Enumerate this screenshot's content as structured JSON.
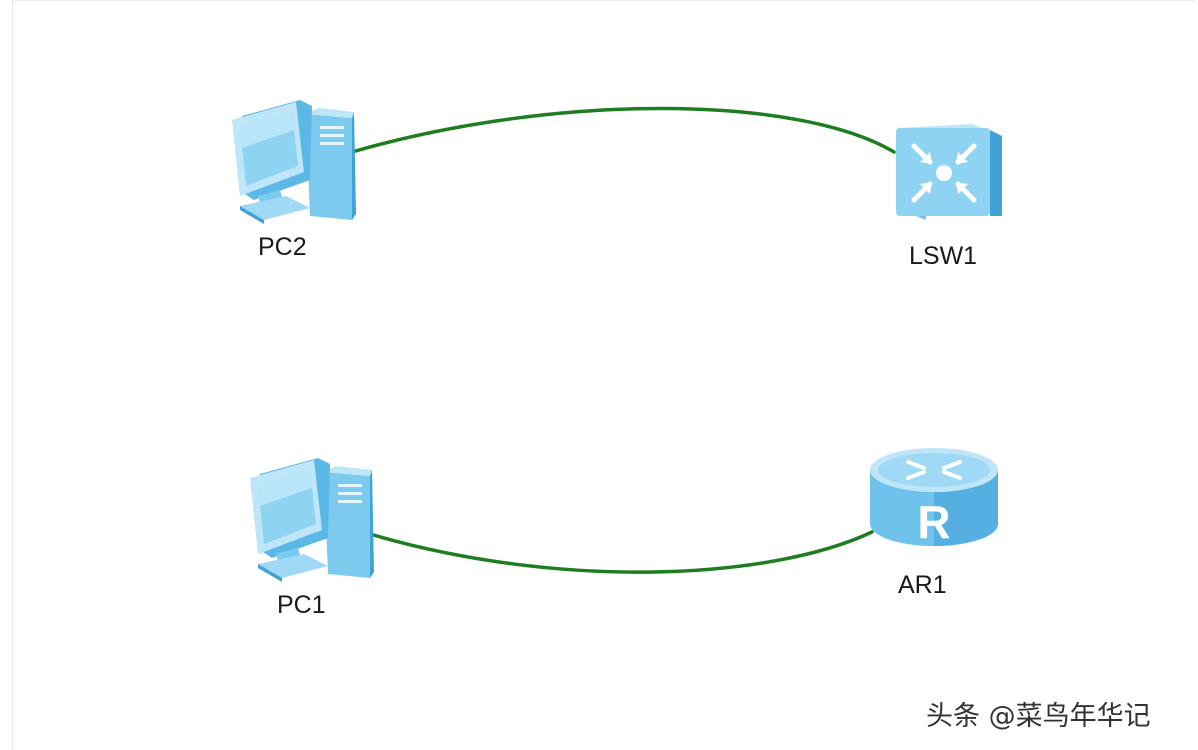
{
  "nodes": [
    {
      "id": "pc2",
      "label": "PC2",
      "kind": "pc",
      "icon": "pc-icon"
    },
    {
      "id": "lsw1",
      "label": "LSW1",
      "kind": "switch",
      "icon": "switch-icon"
    },
    {
      "id": "pc1",
      "label": "PC1",
      "kind": "pc",
      "icon": "pc-icon"
    },
    {
      "id": "ar1",
      "label": "AR1",
      "kind": "router",
      "icon": "router-icon"
    }
  ],
  "links": [
    {
      "from": "pc2",
      "to": "lsw1"
    },
    {
      "from": "pc1",
      "to": "ar1"
    }
  ],
  "colors": {
    "link": "#1e7d1e",
    "device_light": "#bfe6f8",
    "device_mid": "#7ccbee",
    "device_dark": "#3fa3d8",
    "label": "#1a1a1a"
  },
  "watermark": "头条 @菜鸟年华记"
}
